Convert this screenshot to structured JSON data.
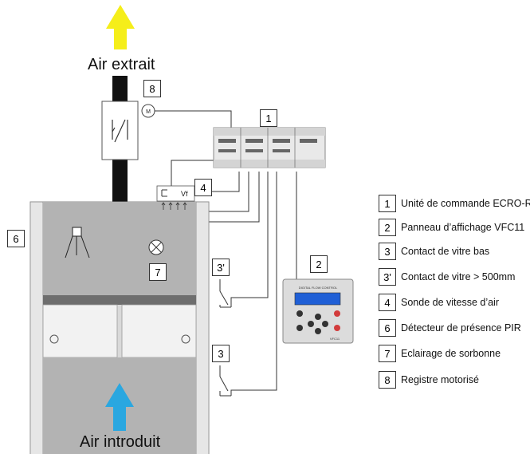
{
  "labels": {
    "air_out": "Air extrait",
    "air_in": "Air introduit",
    "sensor_vf": "Vf",
    "panel_title": "DIGITAL FLOW CONTROL",
    "panel_model": "VFC11"
  },
  "callouts": {
    "c1": "1",
    "c2": "2",
    "c3": "3",
    "c3p": "3'",
    "c4": "4",
    "c6": "6",
    "c7": "7",
    "c8": "8"
  },
  "legend": [
    {
      "num": "1",
      "text": "Unité de commande ECRO-RV"
    },
    {
      "num": "2",
      "text": "Panneau d’affichage VFC11"
    },
    {
      "num": "3",
      "text": "Contact de vitre bas"
    },
    {
      "num": "3'",
      "text": "Contact de vitre > 500mm"
    },
    {
      "num": "4",
      "text": "Sonde de vitesse d’air"
    },
    {
      "num": "6",
      "text": "Détecteur de présence PIR"
    },
    {
      "num": "7",
      "text": "Eclairage de sorbonne"
    },
    {
      "num": "8",
      "text": "Registre motorisé"
    }
  ],
  "colors": {
    "arrow_out": "#f5ee1a",
    "arrow_in": "#2aa7e0",
    "hood_gray": "#b3b3b3",
    "hood_light": "#e6e6e6",
    "duct": "#111111",
    "panel_screen": "#1f5fd6"
  },
  "icons": {
    "damper": "damper-icon",
    "motor": "motor-icon",
    "lamp": "lamp-icon",
    "pir": "pir-sensor-icon",
    "switch": "switch-icon"
  }
}
